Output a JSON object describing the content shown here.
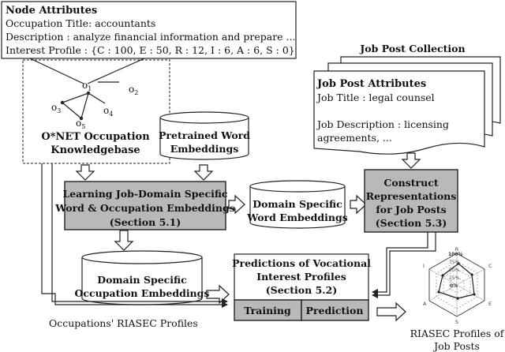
{
  "node_attributes": {
    "title": "Node Attributes",
    "occupation": "Occupation Title: accountants",
    "description": "Description : analyze financial information and prepare  ...",
    "interest_profile": "Interest Profile : {C : 100, E : 50, R : 12, I : 6, A : 6, S : 0}"
  },
  "graph_nodes": {
    "o1": "o1",
    "o2": "o2",
    "o3": "o3",
    "o4": "o4",
    "o5": "o5"
  },
  "knowledgebase": {
    "line1": "O*NET Occupation",
    "line2": "Knowledgebase"
  },
  "pretrained": {
    "line1": "Pretrained Word",
    "line2": "Embeddings"
  },
  "learning": {
    "line1": "Learning Job-Domain Specific",
    "line2": "Word & Occupation Embeddings",
    "line3": "(Section 5.1)"
  },
  "domain_word": {
    "line1": "Domain Specific",
    "line2": "Word Embeddings"
  },
  "construct": {
    "line1": "Construct",
    "line2": "Representations",
    "line3": "for Job Posts",
    "line4": "(Section 5.3)"
  },
  "job_post_collection": {
    "title": "Job Post Collection"
  },
  "job_post_attributes": {
    "title": "Job Post Attributes",
    "job_title": "Job Title : legal counsel",
    "desc1": "Job Description : licensing",
    "desc2": "agreements, ..."
  },
  "domain_occ": {
    "line1": "Domain Specific",
    "line2": "Occupation Embeddings"
  },
  "predictions": {
    "line1": "Predictions of Vocational",
    "line2": "Interest Profiles",
    "line3": "(Section 5.2)",
    "training": "Training",
    "prediction": "Prediction"
  },
  "riasec_profiles_label": "Occupations' RIASEC Profiles",
  "radar": {
    "axes": [
      "R",
      "C",
      "E",
      "S",
      "A",
      "I"
    ],
    "levels": [
      "100%",
      "75%",
      "50%",
      "25%",
      "0%"
    ],
    "caption1": "RIASEC Profiles of",
    "caption2": "Job Posts"
  },
  "colors": {
    "process_box": "#b9b9b9",
    "border": "#222222",
    "background": "#ffffff"
  }
}
